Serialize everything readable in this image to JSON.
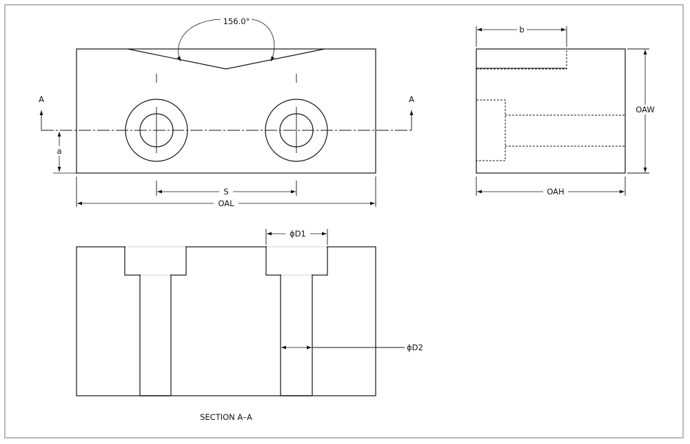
{
  "labels": {
    "angle": "156.0°",
    "b": "b",
    "oaw": "OAW",
    "oah": "OAH",
    "section_marker_left": "A",
    "section_marker_right": "A",
    "a": "a",
    "s": "S",
    "oal": "OAL",
    "d1": "ϕD1",
    "d2": "ϕD2",
    "section_title": "SECTION A–A"
  }
}
